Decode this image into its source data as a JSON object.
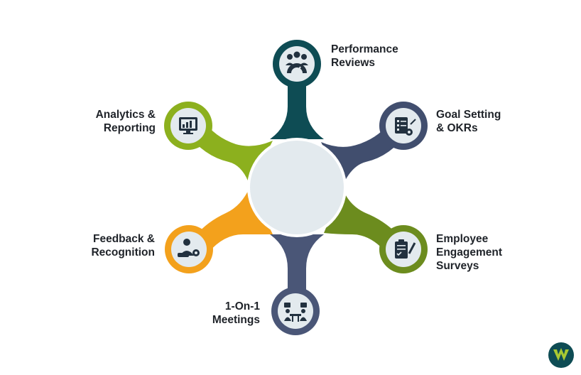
{
  "diagram": {
    "center_color": "#e3eaee",
    "nodes": [
      {
        "id": "performance",
        "lines": [
          "Performance",
          "Reviews"
        ],
        "color": "#0e4c54",
        "icon": "team-gauge-icon"
      },
      {
        "id": "goal",
        "lines": [
          "Goal Setting",
          "& OKRs"
        ],
        "color": "#414e6e",
        "icon": "checklist-gear-icon"
      },
      {
        "id": "engagement",
        "lines": [
          "Employee",
          "Engagement",
          "Surveys"
        ],
        "color": "#6c8c1e",
        "icon": "clipboard-pen-icon"
      },
      {
        "id": "meetings",
        "lines": [
          "1-On-1",
          "Meetings"
        ],
        "color": "#4a5677",
        "icon": "meeting-table-icon"
      },
      {
        "id": "feedback",
        "lines": [
          "Feedback &",
          "Recognition"
        ],
        "color": "#f3a11c",
        "icon": "person-award-icon"
      },
      {
        "id": "analytics",
        "lines": [
          "Analytics &",
          "Reporting"
        ],
        "color": "#8cb01e",
        "icon": "analytics-monitor-icon"
      }
    ]
  },
  "logo": {
    "icon": "brand-logo-icon",
    "bg": "#0e4c54",
    "accent": "#a8c932"
  }
}
